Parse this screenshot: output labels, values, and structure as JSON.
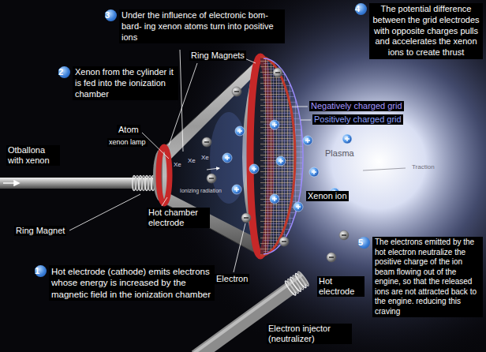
{
  "diagram": {
    "nodes": [
      {
        "text": [
          "3",
          "Under the influence of electronic bom- bard- ing xenon atoms turn into positive ions"
        ]
      },
      {
        "text": [
          "4",
          "The potential difference between the grid electrodes with opposite charges pulls and accelerates the xenon ions to create thrust"
        ]
      },
      {
        "text": [
          "2",
          "Xenon from the cylinder it is fed into the ionization chamber"
        ]
      },
      {
        "text": [
          "1",
          "Hot electrode (cathode) emits electrons whose energy is increased by the magnetic field in the ionization chamber"
        ]
      },
      {
        "text": [
          "5",
          "The electrons emitted by the hot electron neutralize the positive charge of the ion beam flowing out of the engine, so that the released ions are not attracted back to the engine. reducing this craving"
        ]
      }
    ],
    "labels": [
      "Ring Magnets",
      "Negatively charged grid",
      "Positively charged grid",
      "Atom",
      "xenon lamp",
      "Otballona with xenon",
      "Xe",
      "Xe",
      "Xe",
      "Plasma",
      "Traction",
      "Ionizing radiation",
      "Xenon ion",
      "Hot chamber electrode",
      "Ring Magnet",
      "Electron",
      "Hot electrode",
      "Electron injector (neutralizer)"
    ]
  }
}
